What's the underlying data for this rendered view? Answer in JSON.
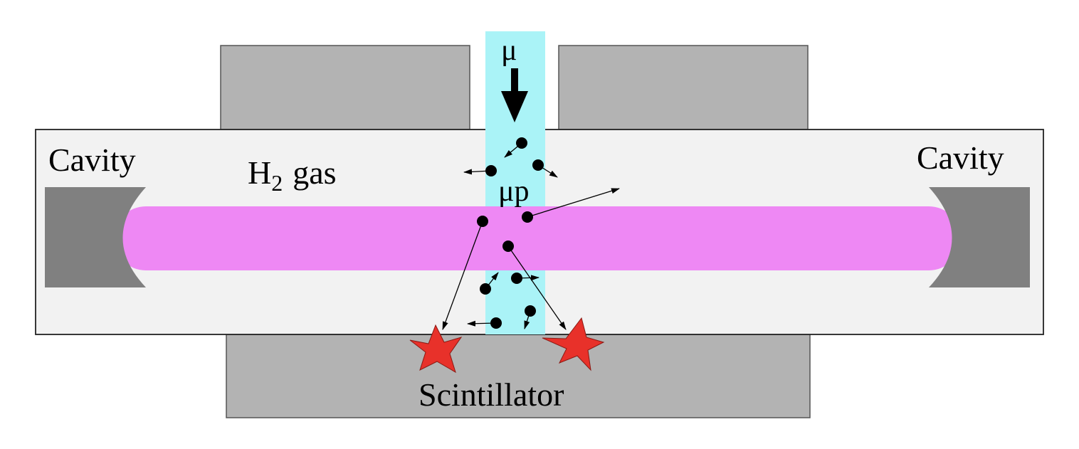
{
  "labels": {
    "cavity_left": "Cavity",
    "cavity_right": "Cavity",
    "gas_main": "H",
    "gas_subscript": "2",
    "gas_suffix": "gas",
    "muon": "μ",
    "muonic_hydrogen": "μp",
    "scintillator": "Scintillator"
  },
  "colors": {
    "magnet_block": "#b3b3b3",
    "target_vessel": "#f2f2f2",
    "cavity_mirror": "#808080",
    "laser_beam": "#ee88f4",
    "muon_beam": "#aaf3f7",
    "particle": "#000000",
    "scintillator_flash": "#e8312a"
  },
  "icons": {
    "muon_direction": "arrow-down-icon",
    "detection_flash": "star-burst-icon"
  }
}
